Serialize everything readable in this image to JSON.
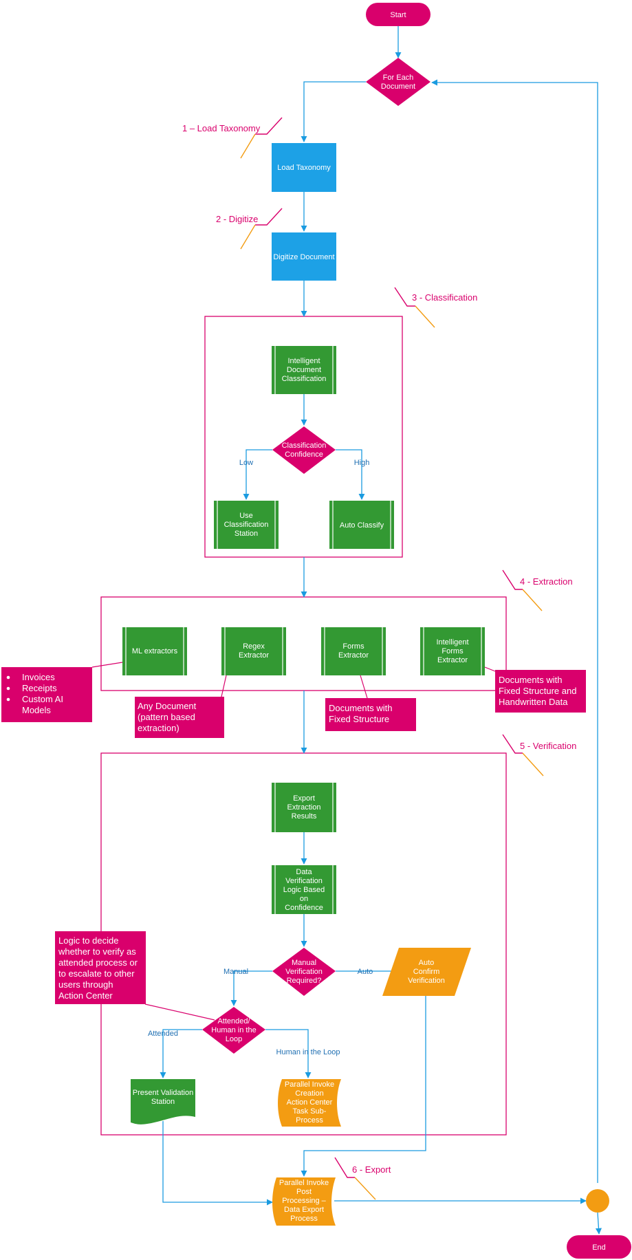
{
  "colors": {
    "magenta": "#d9006c",
    "blue": "#1da1e6",
    "green": "#339933",
    "orange": "#f39c12",
    "edge": "#1a9be0",
    "edge_label": "#1f6fb2"
  },
  "nodes": {
    "start": "Start",
    "for_each": [
      "For Each",
      "Document"
    ],
    "load_taxonomy": "Load Taxonomy",
    "digitize": "Digitize Document",
    "idc": [
      "Intelligent",
      "Document",
      "Classification"
    ],
    "class_conf": [
      "Classification",
      "Confidence"
    ],
    "use_station": [
      "Use",
      "Classification",
      "Station"
    ],
    "auto_classify": "Auto Classify",
    "ml": "ML extractors",
    "regex": [
      "Regex",
      "Extractor"
    ],
    "forms": [
      "Forms",
      "Extractor"
    ],
    "iforms": [
      "Intelligent",
      "Forms",
      "Extractor"
    ],
    "export_results": [
      "Export",
      "Extraction",
      "Results"
    ],
    "dv_logic": [
      "Data",
      "Verification",
      "Logic Based",
      "on",
      "Confidence"
    ],
    "manual_q": [
      "Manual",
      "Verification",
      "Required?"
    ],
    "auto_confirm": [
      "Auto",
      "Confirm",
      "Verification"
    ],
    "attended_q": [
      "Attended/",
      "Human in the",
      "Loop"
    ],
    "present_station": [
      "Present Validation",
      "Station"
    ],
    "parallel_creation": [
      "Parallel Invoke",
      "Creation",
      "Action Center",
      "Task Sub-",
      "Process"
    ],
    "parallel_post": [
      "Parallel Invoke",
      "Post",
      "Processing –",
      "Data Export",
      "Process"
    ],
    "end": "End"
  },
  "edge_labels": {
    "low": "Low",
    "high": "High",
    "manual": "Manual",
    "auto": "Auto",
    "attended": "Attended",
    "hitl": "Human in the Loop"
  },
  "steps": {
    "s1": "1 – Load Taxonomy",
    "s2": "2 - Digitize",
    "s3": "3  - Classification",
    "s4": "4  - Extraction",
    "s5": "5  - Verification",
    "s6": "6  - Export"
  },
  "notes": {
    "ml_list": [
      "Invoices",
      "Receipts",
      "Custom AI",
      "Models"
    ],
    "regex_note": [
      "Any Document",
      "(pattern based",
      "extraction)"
    ],
    "forms_note": [
      "Documents with",
      "Fixed Structure"
    ],
    "iforms_note": [
      "Documents with",
      "Fixed Structure and",
      "Handwritten Data"
    ],
    "logic_note": [
      "Logic to decide",
      "whether to verify as",
      "attended process or",
      "to escalate to other",
      "users through",
      "Action Center"
    ]
  }
}
